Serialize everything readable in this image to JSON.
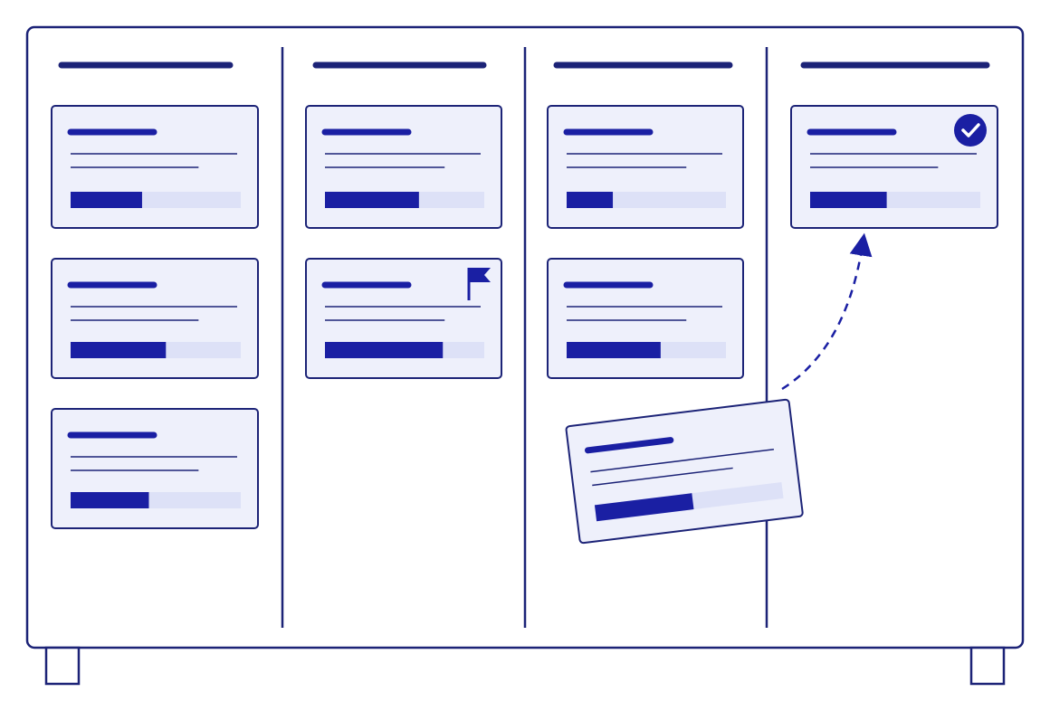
{
  "colors": {
    "line": "#1c2377",
    "accent": "#1a1fa3",
    "card_fill": "#eef0fb",
    "track": "#dde1f7",
    "background": "#ffffff"
  },
  "board": {
    "columns": [
      {
        "cards": [
          {
            "progress": 0.42,
            "badge": ""
          },
          {
            "progress": 0.56,
            "badge": ""
          },
          {
            "progress": 0.46,
            "badge": ""
          }
        ]
      },
      {
        "cards": [
          {
            "progress": 0.59,
            "badge": ""
          },
          {
            "progress": 0.74,
            "badge": "flag-icon"
          }
        ]
      },
      {
        "cards": [
          {
            "progress": 0.29,
            "badge": ""
          },
          {
            "progress": 0.59,
            "badge": ""
          }
        ]
      },
      {
        "cards": [
          {
            "progress": 0.45,
            "badge": "check-circle-icon"
          }
        ]
      }
    ],
    "moving_card": {
      "progress": 0.52,
      "from_column": 3,
      "to_column": 4
    }
  }
}
